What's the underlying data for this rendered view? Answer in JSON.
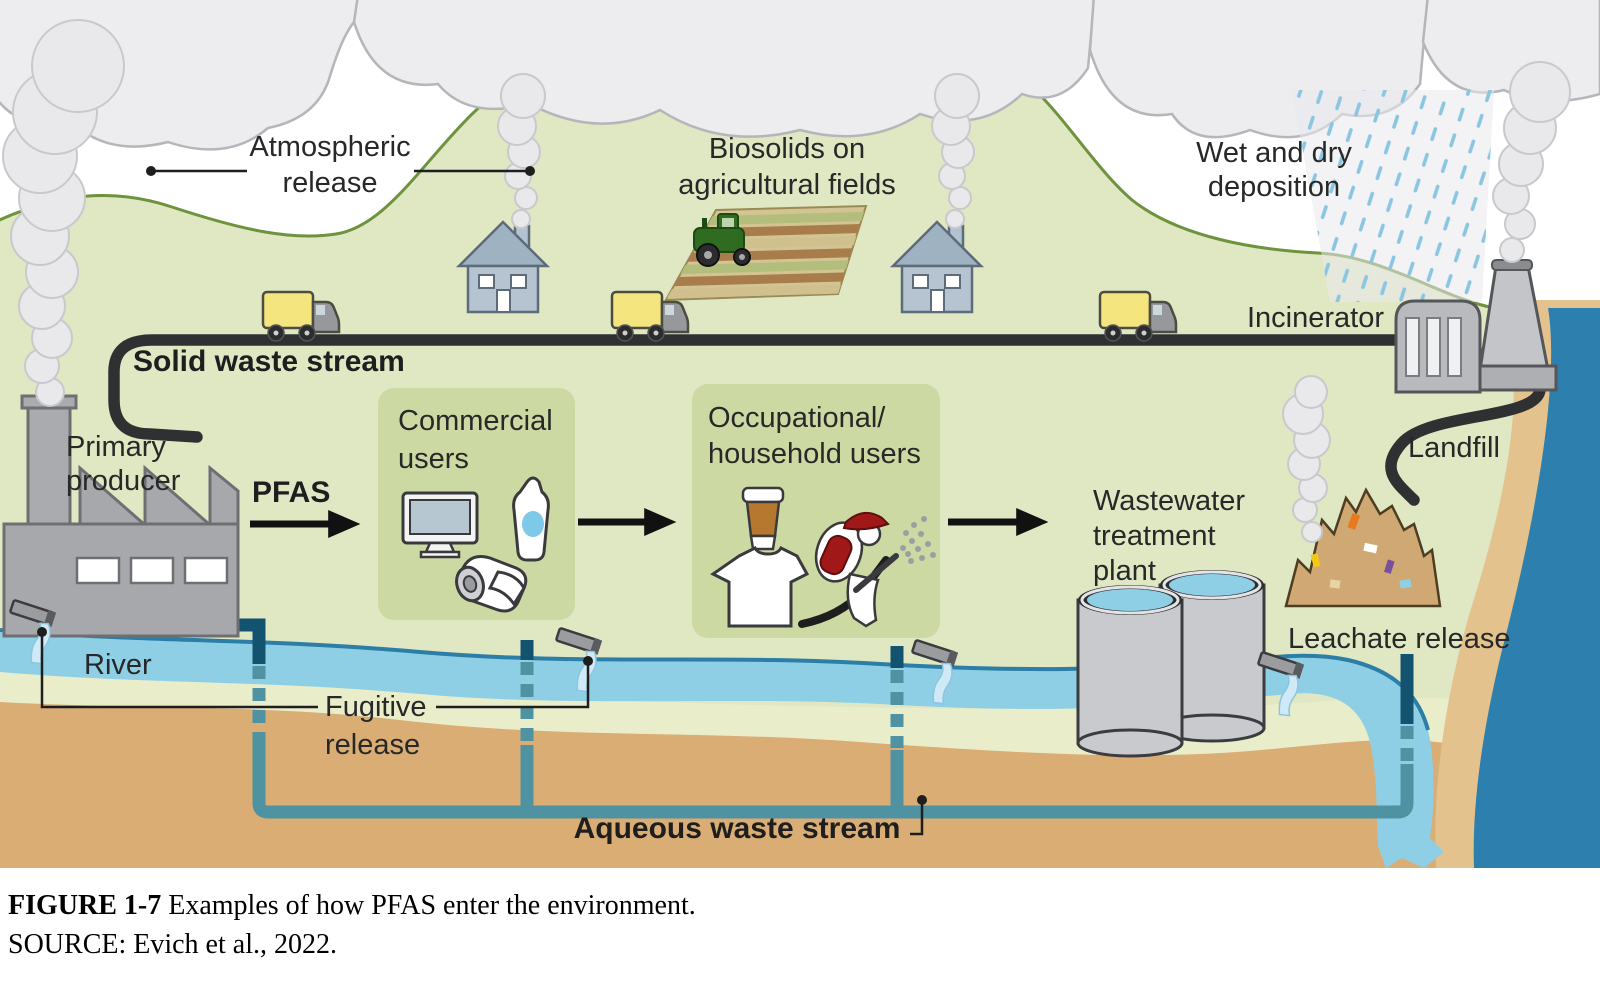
{
  "figure": {
    "labels": {
      "atmospheric_line1": "Atmospheric",
      "atmospheric_line2": "release",
      "biosolids_line1": "Biosolids on",
      "biosolids_line2": "agricultural fields",
      "wet_dry_line1": "Wet and dry",
      "wet_dry_line2": "deposition",
      "incinerator": "Incinerator",
      "solid_waste_stream": "Solid waste stream",
      "primary_producer_line1": "Primary",
      "primary_producer_line2": "producer",
      "pfas": "PFAS",
      "commercial_line1": "Commercial",
      "commercial_line2": "users",
      "occupational_line1": "Occupational/",
      "occupational_line2": "household users",
      "wastewater_line1": "Wastewater",
      "wastewater_line2": "treatment",
      "wastewater_line3": "plant",
      "landfill": "Landfill",
      "leachate_release": "Leachate release",
      "river": "River",
      "fugitive_line1": "Fugitive",
      "fugitive_line2": "release",
      "aqueous_waste_stream": "Aqueous waste stream"
    },
    "caption": {
      "figure_label": "FIGURE 1-7",
      "figure_text": "Examples of how PFAS enter the environment.",
      "source": "SOURCE: Evich et al., 2022."
    },
    "colors": {
      "land": "#dfe7c3",
      "land_light": "#e9edca",
      "panel": "#cdd9a3",
      "soil": "#d9ad74",
      "beach": "#e3c28d",
      "ocean": "#2d7fae",
      "river": "#8ecfe6",
      "river_edge": "#2c7ea6",
      "road": "#2e3032",
      "pipe_dark": "#14536f",
      "pipe_light": "#4f93a2",
      "cloud": "#ededf0",
      "cloud_edge": "#b5b5ba",
      "smoke": "#e9e9ec",
      "smoke_edge": "#c9c9cd",
      "rain": "#8ac6e2",
      "hill_edge": "#6f923d",
      "text": "#282828"
    }
  }
}
